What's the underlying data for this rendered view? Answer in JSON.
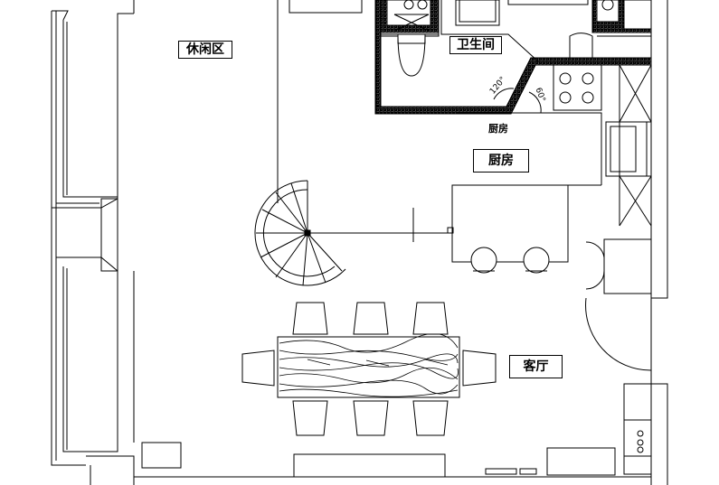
{
  "rooms": {
    "lounge": "休闲区",
    "bathroom": "卫生间",
    "kitchen_small": "厨房",
    "kitchen": "厨房",
    "living": "客厅"
  },
  "angles": {
    "a1": "120°",
    "a2": "60°"
  },
  "colors": {
    "line": "#000000",
    "wall_fill": "#8a8a8a"
  }
}
